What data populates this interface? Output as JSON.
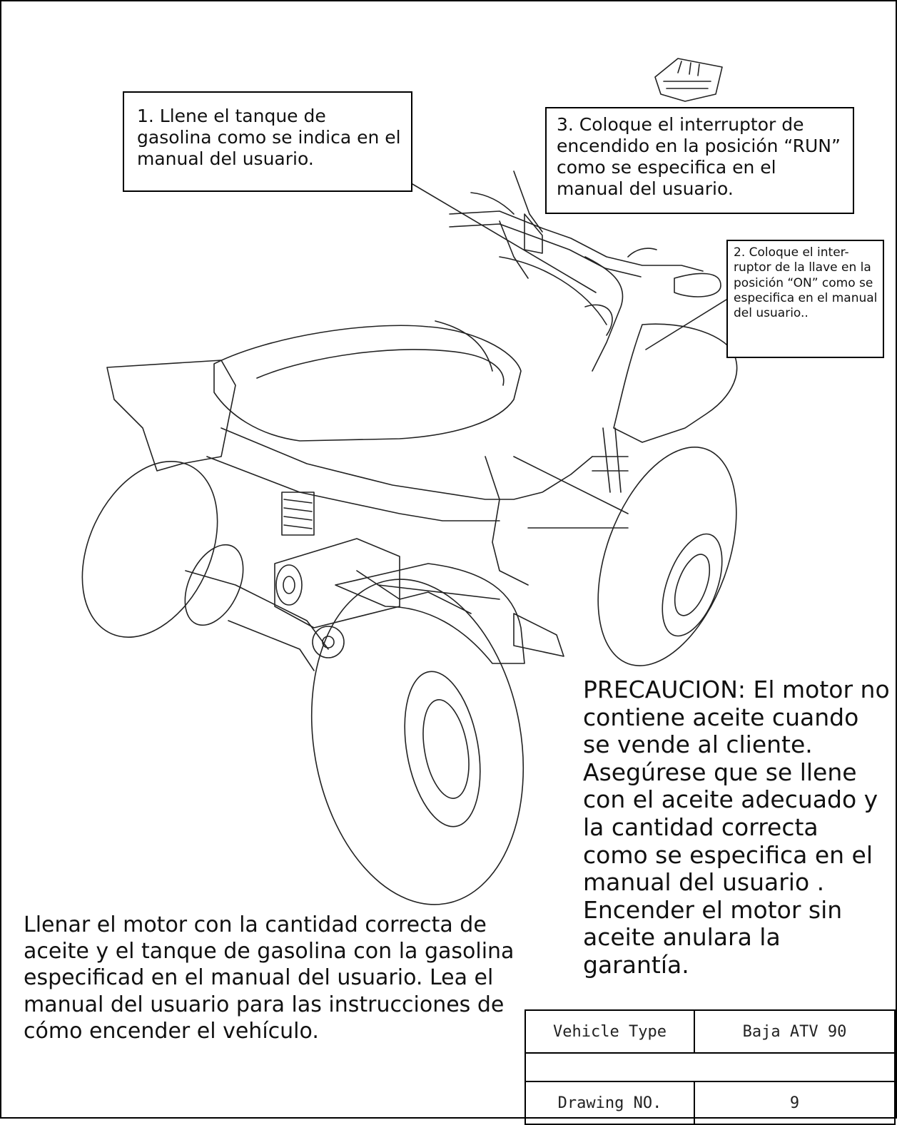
{
  "callouts": {
    "step1": "1.  Llene el tanque de gasolina como se indica en el manual del usuario.",
    "step2": "2.  Coloque el inter-ruptor de la llave en la posición “ON” como se especifica en el manual del usuario..",
    "step3": "3.  Coloque el interruptor de encendido en la posición “RUN” como se especifica en el manual del usuario."
  },
  "caution": "PRECAUCION:  El motor no contiene aceite cuando se vende al cliente.  Asegúrese que se llene con el aceite adecuado y la cantidad correcta como se especifica en el manual del usuario .  Encender el motor sin aceite anulara la garantía.",
  "instructions": "Llenar el motor con la cantidad correcta de aceite  y el tanque de gasolina con la gasolina especificad en el manual del usuario.  Lea el manual del usuario para las instrucciones de cómo encender el vehículo.",
  "spec_table": {
    "vehicle_type_label": "Vehicle Type",
    "vehicle_type_value": "Baja ATV 90",
    "drawing_no_label": "Drawing NO.",
    "drawing_no_value": "9"
  }
}
